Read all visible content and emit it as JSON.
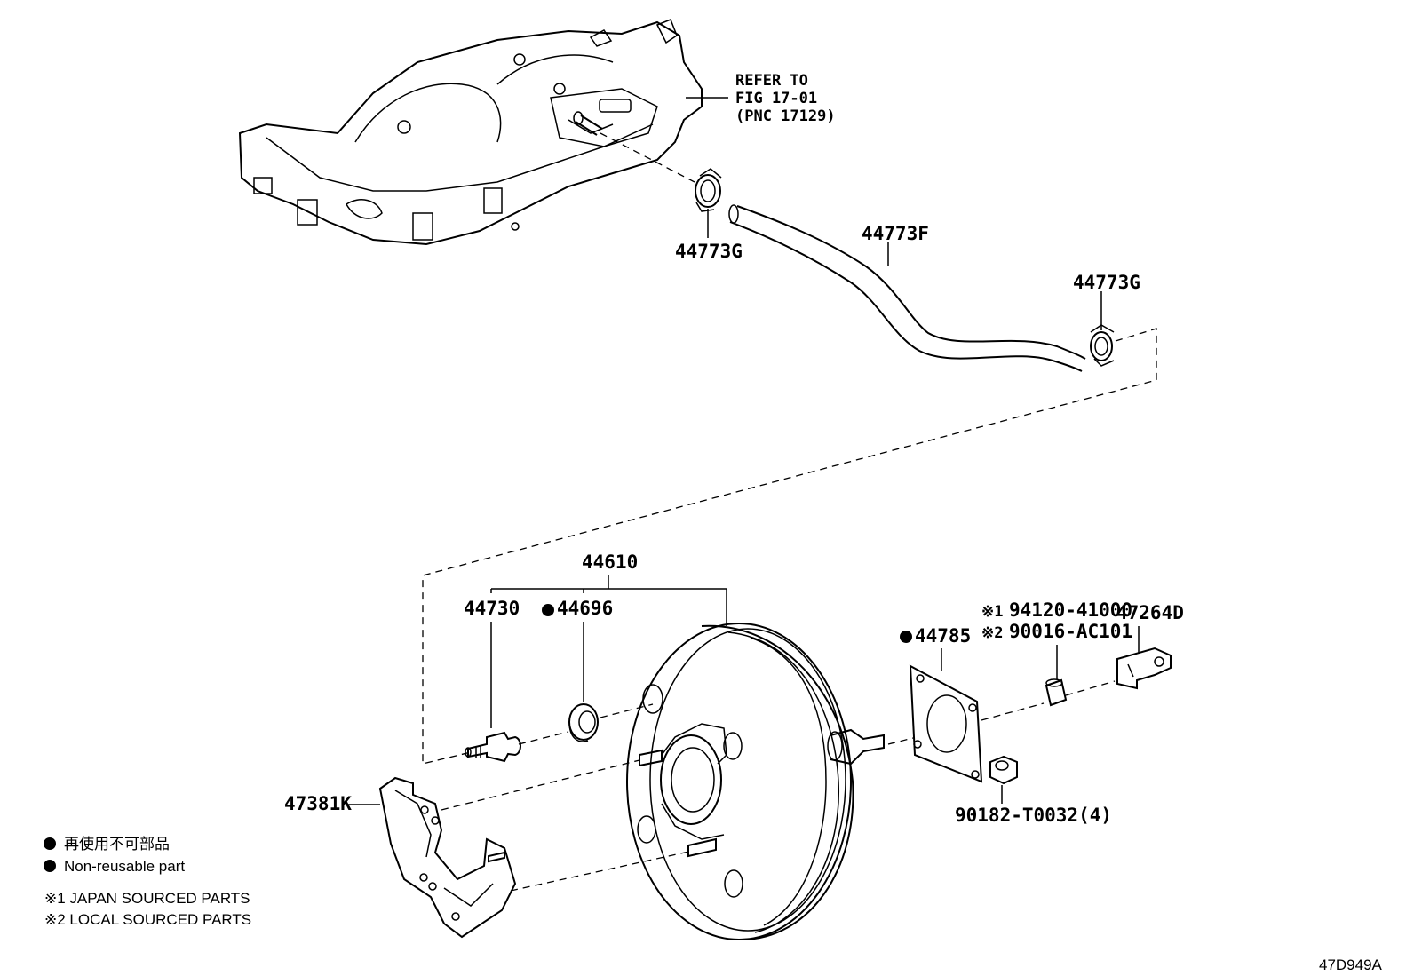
{
  "refer_note": {
    "line1": "REFER TO",
    "line2": "FIG 17-01",
    "line3": "(PNC 17129)"
  },
  "labels": {
    "clip_upper": "44773G",
    "hose": "44773F",
    "clip_right": "44773G",
    "booster_assy": "44610",
    "check_valve": "44730",
    "grommet": "44696",
    "gasket": "44785",
    "note1_part": "94120-41000",
    "note2_part": "90016-AC101",
    "clevis": "47264D",
    "bracket": "47381K",
    "nut": "90182-T0032(4)"
  },
  "markers": {
    "non_reusable": "●",
    "note1": "※1",
    "note2": "※2"
  },
  "legend": {
    "jp_text": "再使用不可部品",
    "en_text": "Non-reusable part",
    "note1_text": "※1 JAPAN SOURCED PARTS",
    "note2_text": "※2 LOCAL SOURCED PARTS"
  },
  "figure_code": "47D949A"
}
